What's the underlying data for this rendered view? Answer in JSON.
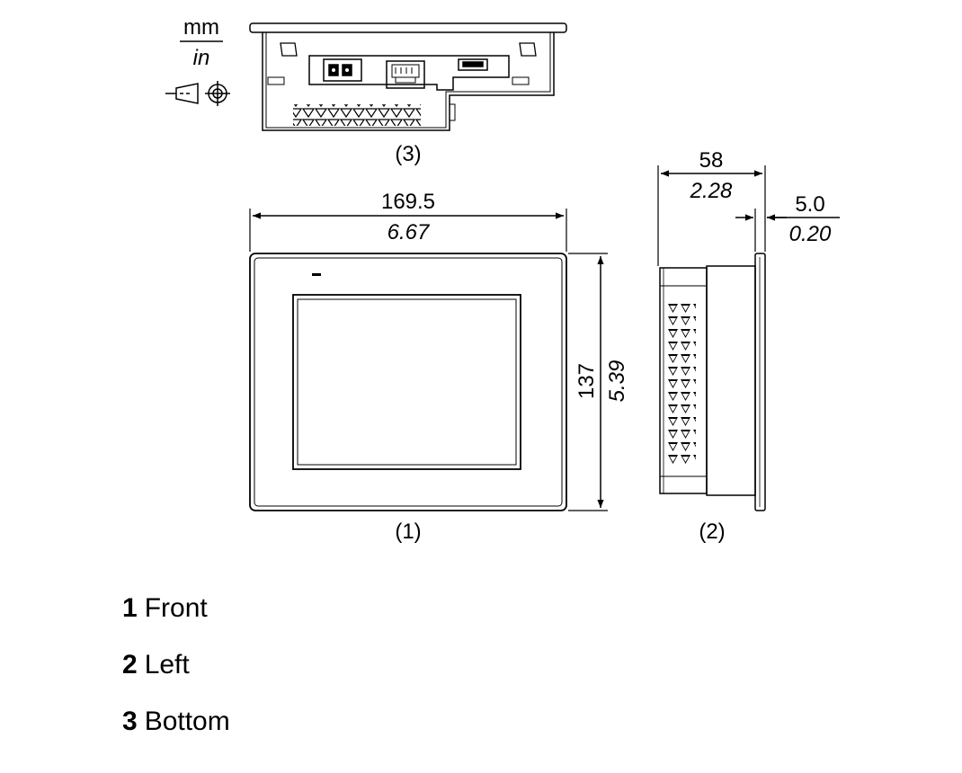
{
  "units": {
    "primary": "mm",
    "secondary": "in"
  },
  "views": {
    "front": {
      "tag": "(1)"
    },
    "left": {
      "tag": "(2)"
    },
    "bottom": {
      "tag": "(3)"
    }
  },
  "dimensions": {
    "width": {
      "mm": "169.5",
      "in": "6.67"
    },
    "height": {
      "mm": "137",
      "in": "5.39"
    },
    "depth": {
      "mm": "58",
      "in": "2.28"
    },
    "bezel": {
      "mm": "5.0",
      "in": "0.20"
    }
  },
  "legend": [
    {
      "num": "1",
      "label": "Front"
    },
    {
      "num": "2",
      "label": "Left"
    },
    {
      "num": "3",
      "label": "Bottom"
    }
  ]
}
